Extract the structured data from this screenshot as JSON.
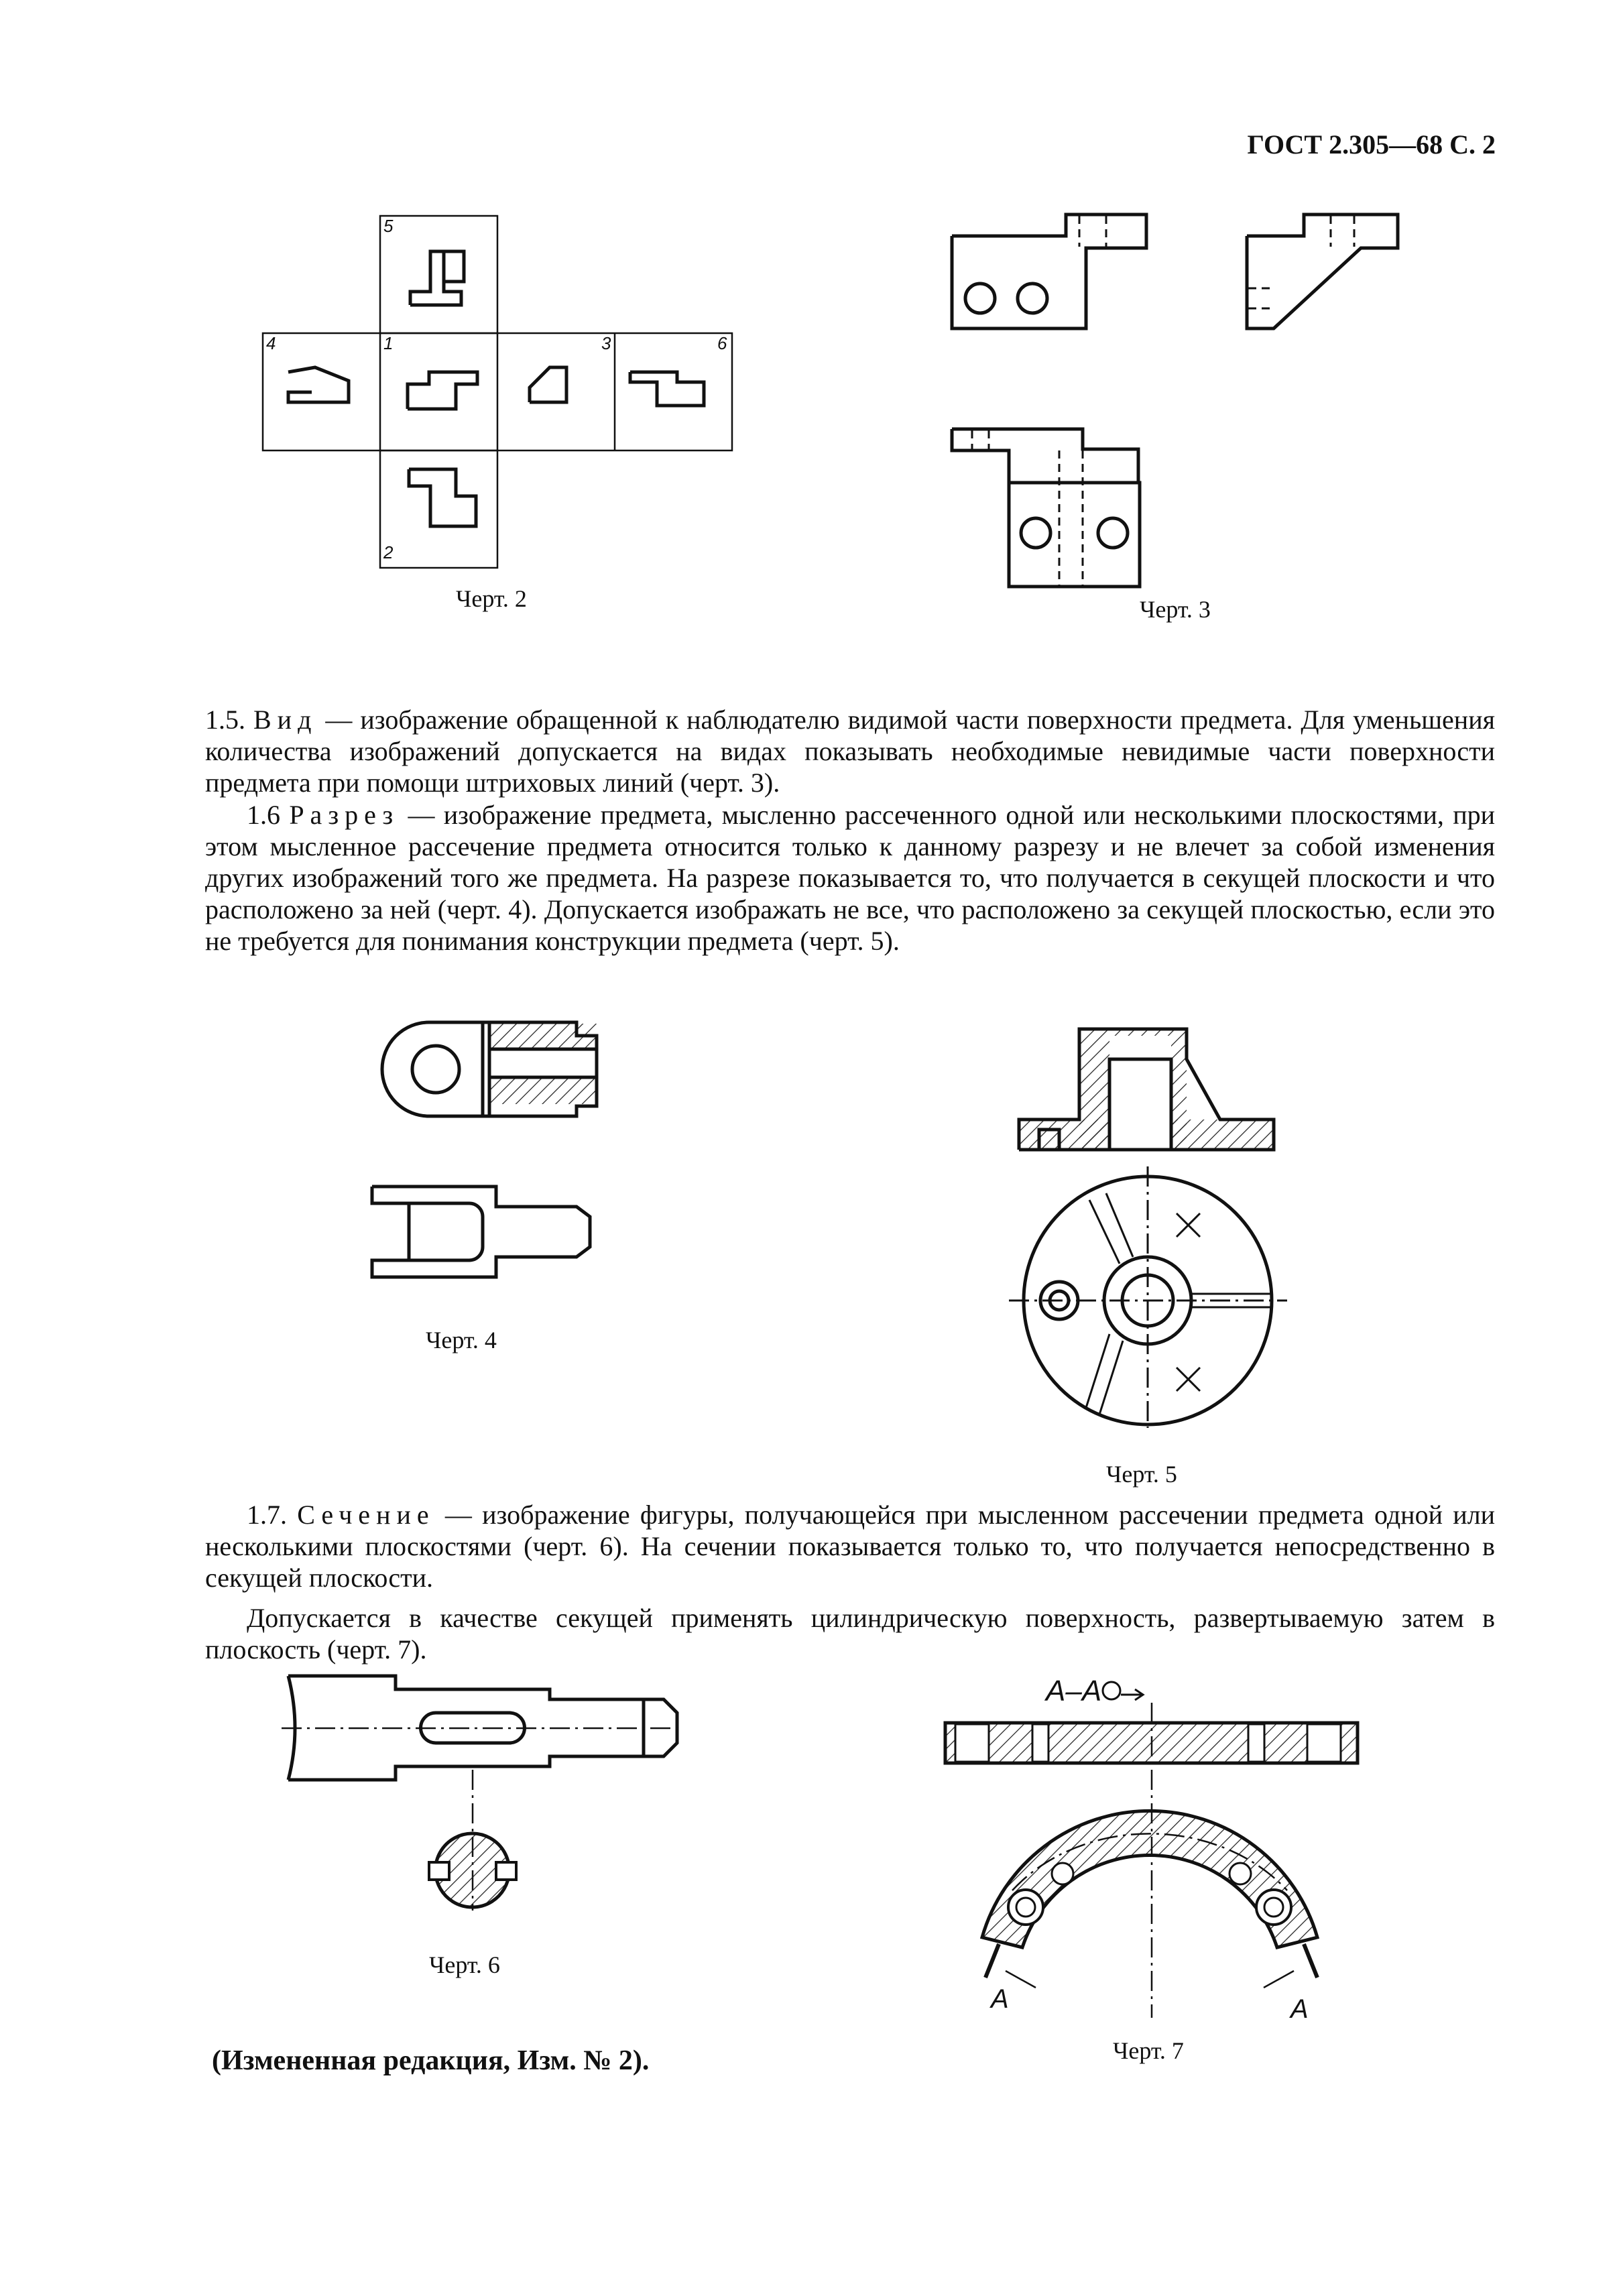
{
  "header": {
    "title": "ГОСТ 2.305—68 С. 2"
  },
  "captions": {
    "c2": "Черт. 2",
    "c3": "Черт. 3",
    "c4": "Черт. 4",
    "c5": "Черт. 5",
    "c6": "Черт. 6",
    "c7": "Черт. 7"
  },
  "views": {
    "v1": "1",
    "v2": "2",
    "v3": "3",
    "v4": "4",
    "v5": "5",
    "v6": "6"
  },
  "section": {
    "label": "А–А",
    "arrow_a": "А"
  },
  "para_15": {
    "num": "1.5. ",
    "term": "Вид",
    "text": " — изображение обращенной к наблюдателю видимой части поверхности предмета. Для уменьшения количества изображений допускается на видах показывать необходимые невидимые части поверхности предмета при помощи штриховых линий (черт. 3)."
  },
  "para_16": {
    "num": "1.6 ",
    "term": "Разрез",
    "text": " — изображение предмета, мысленно рассеченного одной или несколькими плоскостями, при этом мысленное рассечение предмета относится только к данному разрезу и не влечет за собой изменения других изображений того же предмета. На разрезе показывается то, что получается в секущей плоскости и что расположено за ней (черт. 4). Допускается изображать не все, что расположено за секущей плоскостью, если это не требуется для понимания конструкции предмета (черт. 5)."
  },
  "para_17": {
    "num": "1.7. ",
    "term": "Сечение",
    "text": " — изображение фигуры, получающейся при мысленном рассечении предмета одной или несколькими плоскостями (черт. 6). На сечении показывается только то, что получается непосредственно в секущей плоскости."
  },
  "para_17b": {
    "text": "Допускается в качестве секущей применять цилиндрическую поверхность, развертываемую затем в плоскость (черт. 7)."
  },
  "note": {
    "text": "(Измененная редакция, Изм. № 2)."
  }
}
